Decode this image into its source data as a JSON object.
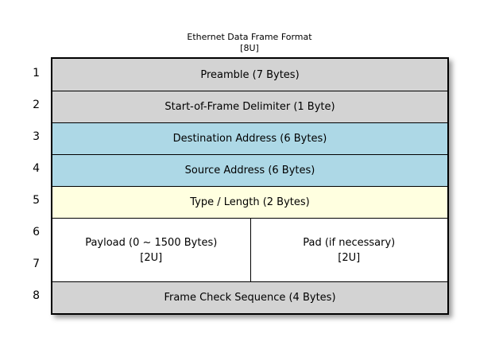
{
  "title": {
    "text": "Ethernet Data Frame Format",
    "subtitle": "[8U]"
  },
  "row_numbers": [
    "1",
    "2",
    "3",
    "4",
    "5",
    "6",
    "7",
    "8"
  ],
  "frame_rows": [
    {
      "number": "1",
      "label": "Preamble (7 Bytes)",
      "fill": "#d3d3d3"
    },
    {
      "number": "2",
      "label": "Start-of-Frame Delimiter (1 Byte)",
      "fill": "#d3d3d3"
    },
    {
      "number": "3",
      "label": "Destination Address (6 Bytes)",
      "fill": "#add8e6"
    },
    {
      "number": "4",
      "label": "Source Address (6 Bytes)",
      "fill": "#add8e6"
    },
    {
      "number": "5",
      "label": "Type / Length (2 Bytes)",
      "fill": "#ffffe0"
    },
    {
      "number": "6-7",
      "fill": "#ffffff",
      "cells": [
        {
          "label": "Payload (0 ~ 1500 Bytes)",
          "sublabel": "[2U]"
        },
        {
          "label": "Pad (if necessary)",
          "sublabel": "[2U]"
        }
      ]
    },
    {
      "number": "8",
      "label": "Frame Check Sequence (4 Bytes)",
      "fill": "#d3d3d3"
    }
  ],
  "colors": {
    "header_gray": "#d3d3d3",
    "address_blue": "#add8e6",
    "type_yellow": "#ffffe0",
    "payload_white": "#ffffff",
    "border": "#000000",
    "background": "#ffffff"
  }
}
